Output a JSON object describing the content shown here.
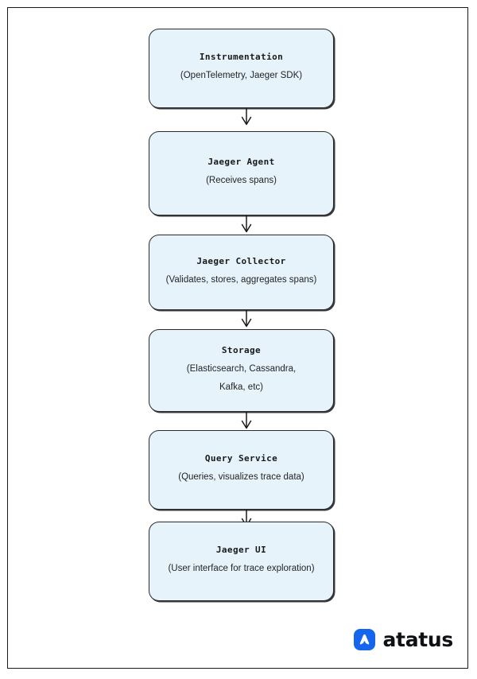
{
  "diagram": {
    "type": "flowchart",
    "orientation": "top-to-bottom",
    "nodes": [
      {
        "id": "instrumentation",
        "title": "Instrumentation",
        "subtitle_lines": [
          "(OpenTelemetry, Jaeger SDK)"
        ]
      },
      {
        "id": "jaeger-agent",
        "title": "Jaeger Agent",
        "subtitle_lines": [
          "(Receives spans)"
        ]
      },
      {
        "id": "jaeger-collector",
        "title": "Jaeger Collector",
        "subtitle_lines": [
          "(Validates, stores, aggregates spans)"
        ]
      },
      {
        "id": "storage",
        "title": "Storage",
        "subtitle_lines": [
          "(Elasticsearch, Cassandra,",
          "Kafka, etc)"
        ]
      },
      {
        "id": "query-service",
        "title": "Query Service",
        "subtitle_lines": [
          "(Queries, visualizes trace data)"
        ]
      },
      {
        "id": "jaeger-ui",
        "title": "Jaeger UI",
        "subtitle_lines": [
          "(User interface for trace exploration)"
        ]
      }
    ],
    "edges": [
      {
        "from": "instrumentation",
        "to": "jaeger-agent"
      },
      {
        "from": "jaeger-agent",
        "to": "jaeger-collector"
      },
      {
        "from": "jaeger-collector",
        "to": "storage"
      },
      {
        "from": "storage",
        "to": "query-service"
      },
      {
        "from": "query-service",
        "to": "jaeger-ui"
      }
    ],
    "colors": {
      "node_fill": "#e6f3fb",
      "node_border": "#2b2b2b",
      "edge": "#1b1b1b",
      "page_border": "#1a1a1a",
      "brand_blue": "#1565ef"
    }
  },
  "brand": {
    "name": "atatus",
    "mark": "atatus-logo-icon"
  }
}
